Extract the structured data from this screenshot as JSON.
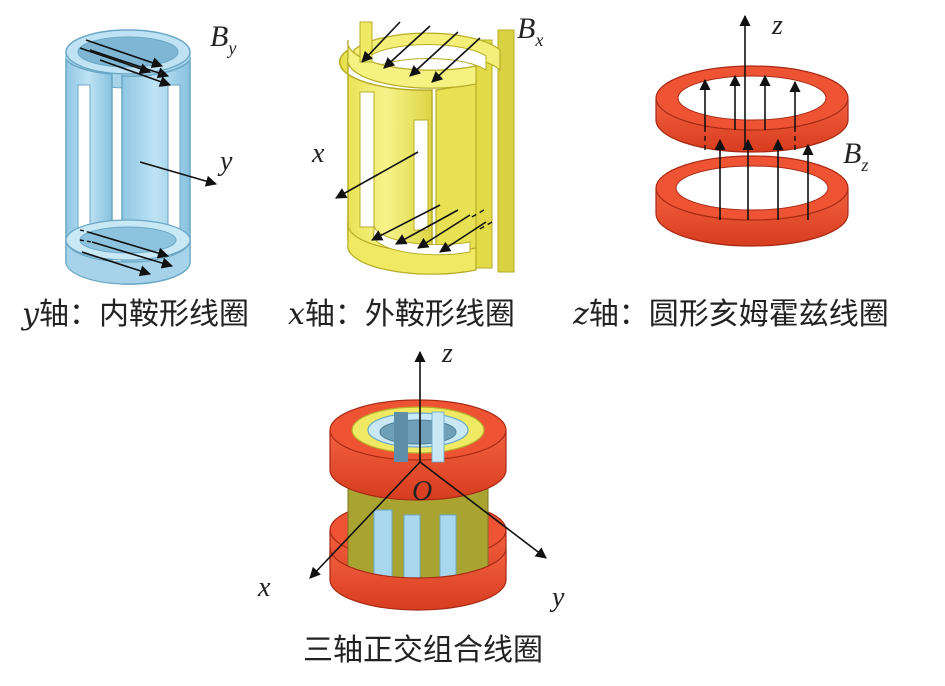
{
  "coils": {
    "y": {
      "field_symbol": "B",
      "field_subscript": "y",
      "axis_letter": "y",
      "caption_axis": "y",
      "caption_text": "轴：内鞍形线圈"
    },
    "x": {
      "field_symbol": "B",
      "field_subscript": "x",
      "axis_letter": "x",
      "caption_axis": "x",
      "caption_text": "轴：外鞍形线圈"
    },
    "z": {
      "field_symbol": "B",
      "field_subscript": "z",
      "axis_letter": "z",
      "caption_axis": "z",
      "caption_text": "轴：圆形亥姆霍兹线圈"
    }
  },
  "combined": {
    "axis_z": "z",
    "axis_x": "x",
    "axis_y": "y",
    "origin": "O",
    "caption": "三轴正交组合线圈"
  },
  "colors": {
    "y_coil": "#a9d8ee",
    "x_coil": "#f2ec6a",
    "z_coil": "#e8492b",
    "arrow": "#111111"
  }
}
